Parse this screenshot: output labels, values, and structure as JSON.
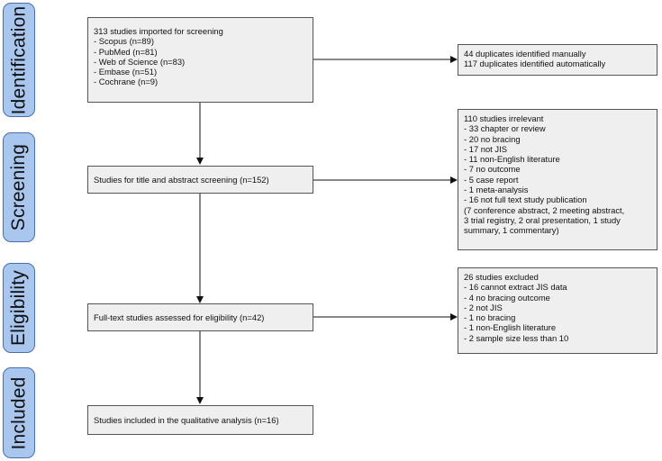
{
  "phases": {
    "identification": "Identification",
    "screening": "Screening",
    "eligibility": "Eligibility",
    "included": "Included"
  },
  "boxes": {
    "imported": [
      "313 studies imported for screening",
      "- Scopus (n=89)",
      "- PubMed (n=81)",
      "- Web of Science (n=83)",
      "- Embase (n=51)",
      "- Cochrane (n=9)"
    ],
    "duplicates": [
      "44 duplicates identified manually",
      "117 duplicates identified automatically"
    ],
    "screening": "Studies for title and abstract screening (n=152)",
    "irrelevant": [
      "110 studies irrelevant",
      "- 33 chapter or review",
      "- 20 no bracing",
      "- 17 not JIS",
      "- 11 non-English literature",
      "- 7 no outcome",
      "- 5 case report",
      "- 1 meta-analysis",
      "- 16 not full text study publication",
      "(7 conference abstract, 2 meeting abstract,",
      "3 trial registry, 2 oral presentation, 1 study",
      "summary, 1 commentary)"
    ],
    "fulltext": "Full-text studies assessed for eligibility (n=42)",
    "excluded": [
      "26 studies excluded",
      "- 16 cannot extract JIS data",
      "- 4 no bracing outcome",
      "- 2 not JIS",
      "- 1 no bracing",
      "- 1 non-English literature",
      "- 2 sample size less than 10"
    ],
    "included": "Studies included in the qualitative analysis (n=16)"
  },
  "colors": {
    "phase_fill": "#a9c6ef",
    "phase_border": "#4a6fa5",
    "box_fill": "#efefef",
    "box_border": "#555555",
    "arrow": "#111111"
  }
}
